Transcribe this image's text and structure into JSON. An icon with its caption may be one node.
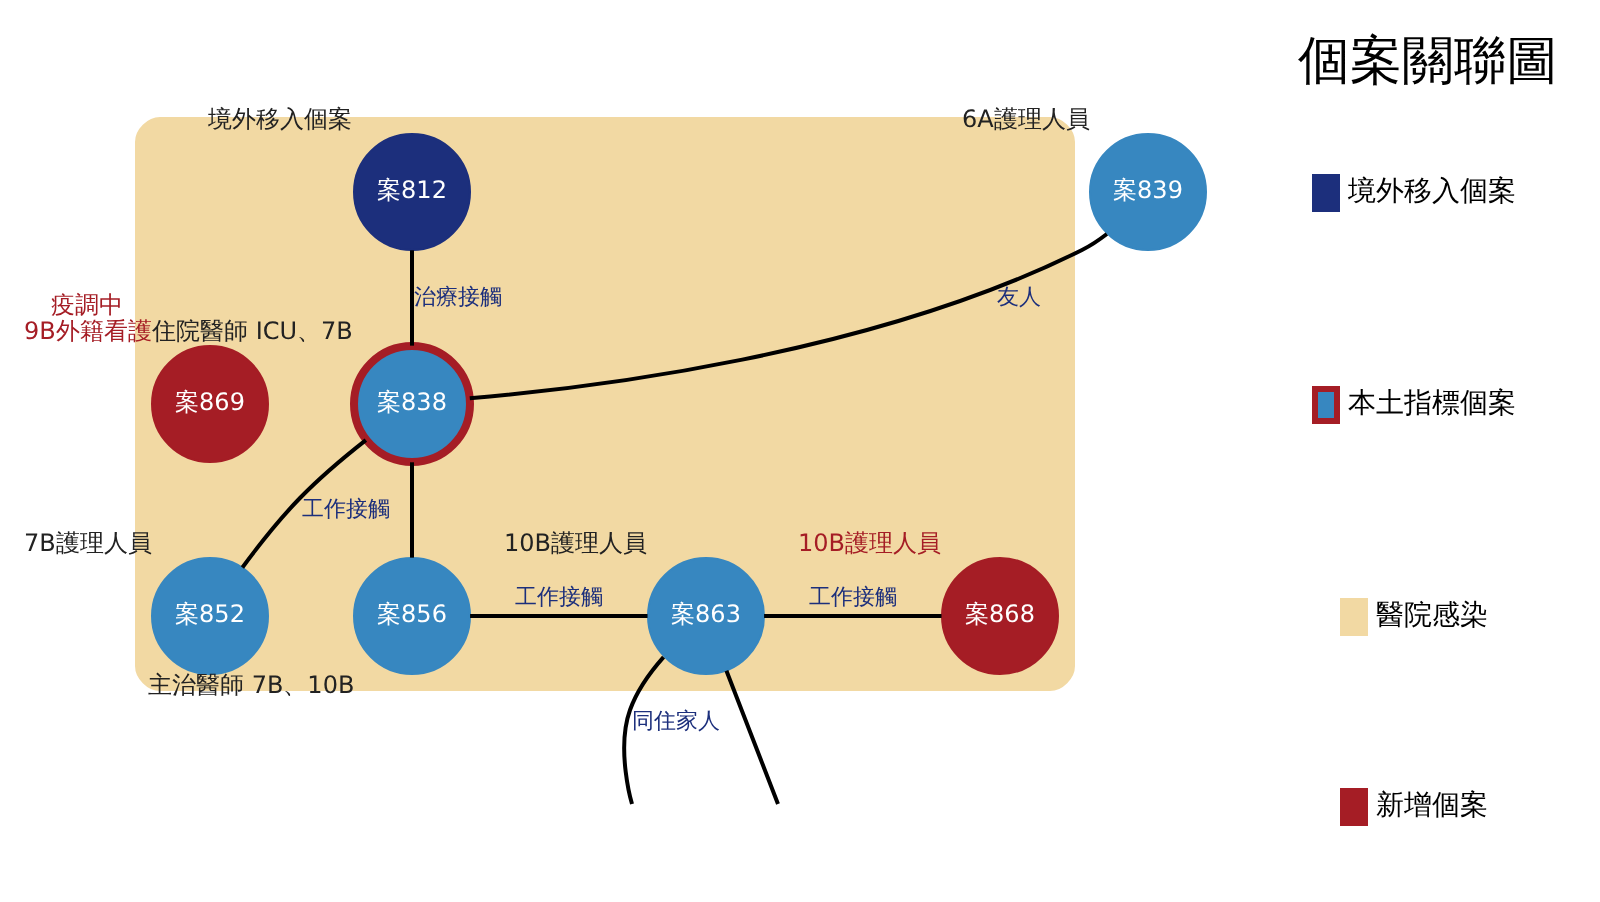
{
  "diagram": {
    "title": "個案關聯圖",
    "nodes": [
      {
        "text": [],
        "shape": "band"
      },
      {
        "text": [
          "案812"
        ],
        "beside": [
          "境外移入個案"
        ],
        "in": 0
      },
      {
        "text": [
          "案839"
        ],
        "beside": [
          "6A護理人員"
        ]
      },
      {
        "text": [
          "案838"
        ],
        "beside": [
          "住院醫師 ICU、7B"
        ],
        "in": 0
      },
      {
        "text": [
          "案869"
        ],
        "beside": [
          "疫調中",
          "9B外籍看護"
        ],
        "in": 0
      },
      {
        "text": [
          "案852"
        ],
        "beside": [
          "7B護理人員"
        ],
        "in": 0
      },
      {
        "text": [
          "案856"
        ],
        "beside": [
          "主治醫師 7B、10B"
        ],
        "in": 0
      },
      {
        "text": [
          "案863"
        ],
        "beside": [
          "10B護理人員"
        ],
        "in": 0
      },
      {
        "text": [
          "案868"
        ],
        "beside": [
          "10B護理人員"
        ],
        "in": 0
      }
    ],
    "edges": [
      {
        "from": 1,
        "to": 3,
        "arrow": "none",
        "label": "治療接觸"
      },
      {
        "from": 2,
        "to": 3,
        "arrow": "none",
        "label": "友人"
      },
      {
        "from": 3,
        "to": 5,
        "arrow": "none",
        "label": "工作接觸"
      },
      {
        "from": 3,
        "to": 6,
        "arrow": "none"
      },
      {
        "from": 6,
        "to": 7,
        "arrow": "none",
        "label": "工作接觸"
      },
      {
        "from": 7,
        "to": 8,
        "arrow": "none",
        "label": "工作接觸"
      },
      {
        "from": 7,
        "to": null,
        "arrow": "none",
        "label": "同住家人"
      },
      {
        "from": 7,
        "to": null,
        "arrow": "none"
      }
    ],
    "legend": [
      {
        "text": "境外移入個案",
        "color": "#1c2f7c"
      },
      {
        "text": "本土指標個案"
      },
      {
        "text": "醫院感染",
        "color": "#f2d9a3"
      },
      {
        "text": "新增個案",
        "color": "#a51d25"
      }
    ]
  }
}
